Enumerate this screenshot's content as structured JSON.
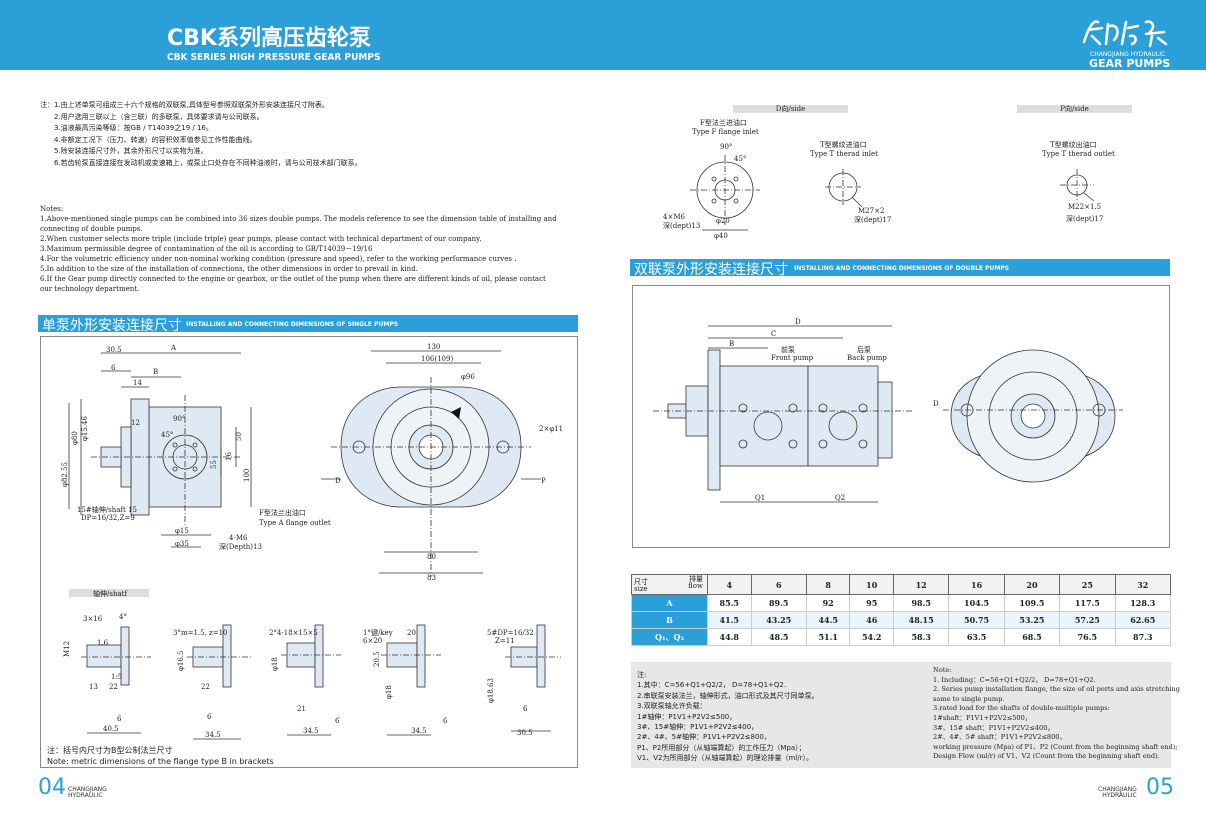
{
  "header": {
    "title_cn": "CBK系列高压齿轮泵",
    "title_en": "CBK SERIES HIGH PRESSURE GEAR PUMPS",
    "logo_script": "長江液压",
    "logo_company": "CHANGJIANG HYDRAULIC",
    "logo_product": "GEAR PUMPS"
  },
  "notes_cn": {
    "prefix": "注：",
    "lines": [
      "1.由上述单泵可组成三十六个规格的双联泵,具体型号参照双联泵外形安装连接尺寸附表。",
      "2.用户选用三联以上（含三联）的多联泵，具体要求请与公司联系。",
      "3.油液最高污染等级：按GB / T14039之19 / 16。",
      "4.非额定工况下（压力、转速）的容积效率值参见工作性能曲线。",
      "5.除安装连接尺寸外，其余外形尺寸以实物为准。",
      "6.若齿轮泵直接连接在发动机或变速箱上，或泵止口处存在不同种油液时，请与公司技术部门联系。"
    ]
  },
  "notes_en": {
    "title": "Notes:",
    "lines": [
      "1.Above-mentioned single pumps can be combined into 36 sizes double pumps. The models reference to see the dimension table of installing and connecting of double pumps.",
      "2.When customer selects more triple (include triple) gear pumps, please contact with technical department of our company.",
      "3.Maximum permissible degree of contamination of the oil is according to GB/T14039－19/16",
      "4.For the volumetric efficiency under non-nominal working condition (pressure and speed), refer to the working performance curves .",
      "5.In addition to the size of the installation of connections, the other dimensions in order to prevail in kind.",
      "6.If the Gear pump directly connected to the engine or gearbox, or the outlet of the pump when there are different kinds of oil, please contact our technology department."
    ]
  },
  "single": {
    "title_cn": "单泵外形安装连接尺寸",
    "title_en": "INSTALLING AND CONNECTING DIMENSIONS OF SINGLE PUMPS",
    "dims": {
      "d30_5": "30.5",
      "A": "A",
      "d6": "6",
      "B": "B",
      "d14": "14",
      "d12": "12",
      "d90": "90°",
      "d45": "45°",
      "d50": "50",
      "d16": "16",
      "d55": "55",
      "d100": "100",
      "phi1546": "φ15.46",
      "phi80": "φ80",
      "phi82": "φ82.55",
      "shaft15": "15#轴伸/shaft 15",
      "dp": "DP=16/32,Z=9",
      "phi15": "φ15",
      "phi35": "φ35",
      "m6": "4-M6",
      "depth13": "深(Depth)13",
      "flange_cn": "F型法兰出油口",
      "flange_en": "Type A flange outlet",
      "d130": "130",
      "d106": "106(109)",
      "phi96": "φ96",
      "holes": "2×φ11",
      "D": "D",
      "P": "P",
      "d80": "80",
      "d83": "83"
    },
    "shaft_header": "轴伸/shatf",
    "shafts": {
      "s1": {
        "a": "3×16",
        "b": "4°",
        "c": "1.6",
        "d": "M12",
        "e": "1:5",
        "f": "13",
        "g": "22",
        "h": "6",
        "i": "40.5"
      },
      "s2": {
        "a": "3°m=1.5, z=10",
        "b": "22",
        "c": "6",
        "d": "34.5",
        "e": "φ16.5"
      },
      "s3": {
        "a": "2°4-18×15×5",
        "b": "21",
        "c": "6",
        "d": "34.5",
        "e": "φ18"
      },
      "s4": {
        "a": "1°键/key",
        "b": "6×20",
        "c": "20",
        "d": "20.5",
        "e": "6",
        "f": "34.5",
        "g": "φ18"
      },
      "s5": {
        "a": "5#DP=16/32",
        "b": "Z=11",
        "c": "6",
        "d": "30.5",
        "e": "φ18.63"
      }
    },
    "foot_cn": "注：括号内尺寸为B型公制法兰尺寸",
    "foot_en": "Note: metric dimensions of the flange type B in brackets"
  },
  "views": {
    "d_side": "D向/side",
    "p_side": "P向/side",
    "f_inlet_cn": "F型法兰进油口",
    "f_inlet_en": "Type F flange  inlet",
    "d90": "90°",
    "d45": "45°",
    "m6": "4×M6",
    "dep13": "深(dept)13",
    "phi20": "φ20",
    "phi40": "φ40",
    "t_inlet_cn": "T型螺纹进油口",
    "t_inlet_en": "Type T therad inlet",
    "m27": "M27×2",
    "dep17a": "深(dept)17",
    "t_outlet_cn": "T型螺纹出油口",
    "t_outlet_en": "Type T therad outlet",
    "m22": "M22×1.5",
    "dep17b": "深(dept)17"
  },
  "double": {
    "title_cn": "双联泵外形安装连接尺寸",
    "title_en": "INSTALLING AND CONNECTING DIMENSIONS OF DOUBLE  PUMPS",
    "D": "D",
    "C": "C",
    "B": "B",
    "front_cn": "前泵",
    "front_en": "Front pump",
    "back_cn": "后泵",
    "back_en": "Back pump",
    "q1": "Q1",
    "q2": "Q2",
    "dir": "D"
  },
  "table": {
    "corner_top": "排量",
    "corner_flow": "flow",
    "corner_size_cn": "尺寸",
    "corner_size_en": "size",
    "columns": [
      "4",
      "6",
      "8",
      "10",
      "12",
      "16",
      "20",
      "25",
      "32"
    ],
    "rows": [
      {
        "label": "A",
        "values": [
          "85.5",
          "89.5",
          "92",
          "95",
          "98.5",
          "104.5",
          "109.5",
          "117.5",
          "128.3"
        ]
      },
      {
        "label": "B",
        "values": [
          "41.5",
          "43.25",
          "44.5",
          "46",
          "48.15",
          "50.75",
          "53.25",
          "57.25",
          "62.65"
        ]
      },
      {
        "label": "Q₁、Q₂",
        "values": [
          "44.8",
          "48.5",
          "51.1",
          "54.2",
          "58.3",
          "63.5",
          "68.5",
          "76.5",
          "87.3"
        ]
      }
    ]
  },
  "right_notes_cn": [
    "注:",
    "1.其中：C=56+Q1+Q2/2，  D=78+Q1+Q2.",
    "2.串联泵安装法兰，轴伸形式，油口形式及其尺寸同单泵。",
    "3.双联泵轴允许负载：",
    "1#轴伸：P1V1+P2V2≤500，",
    "3#、15#轴伸：P1V1+P2V2≤400，",
    "2#、4#、5#轴伸：P1V1+P2V2≤800，",
    "P1、P2所用部分（从轴端算起）的工作压力（Mpa）；",
    "V1、V2为所用部分（从轴端算起）的理论排量（ml/r）。"
  ],
  "right_notes_en": [
    "Note:",
    "1. Including：C=56+Q1+Q2/2，  D=78+Q1+Q2.",
    "2. Series pump installation flange, the size of oil ports and axis stretching",
    "    same to single pump.",
    "3.rated load for the shafts of double-multiple pumps:",
    "1#shaft：P1V1+P2V2≤500，",
    "3#、15# shaft：P1V1+P2V2≤400，",
    "2#、4#、5# shaft：P1V1+P2V2≤800，",
    "working pressure (Mpa) of P1、P2 (Count from the beginning shaft end);",
    "Design Flow (ml/r) of V1、V2 (Count from the beginning shaft end)."
  ],
  "footer": {
    "left_num": "04",
    "left_brand1": "CHANGJIANG",
    "left_brand2": "HYDRAULIC",
    "right_num": "05",
    "right_brand1": "CHANGJIANG",
    "right_brand2": "HYDRAULIC"
  },
  "colors": {
    "brand": "#2a9fd8",
    "accent_row": "#e9f4fb",
    "drawing_fill": "#dfe9f3"
  }
}
